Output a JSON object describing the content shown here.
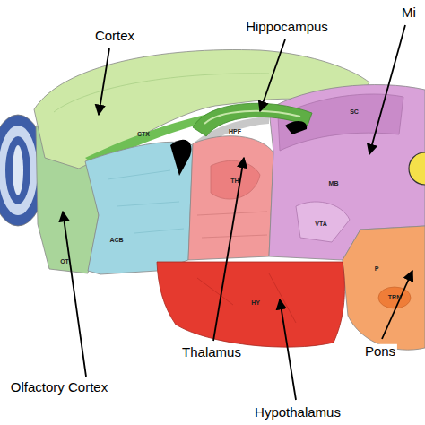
{
  "diagram": {
    "labels": [
      "Cortex",
      "Hippocampus",
      "Mi",
      "CTX",
      "HPF",
      "SC",
      "MB",
      "TH",
      "ACB",
      "OT",
      "VTA",
      "HY",
      "P",
      "TRN",
      "Thalamus",
      "Pons",
      "Olfactory Cortex",
      "Hypothalamus"
    ]
  }
}
